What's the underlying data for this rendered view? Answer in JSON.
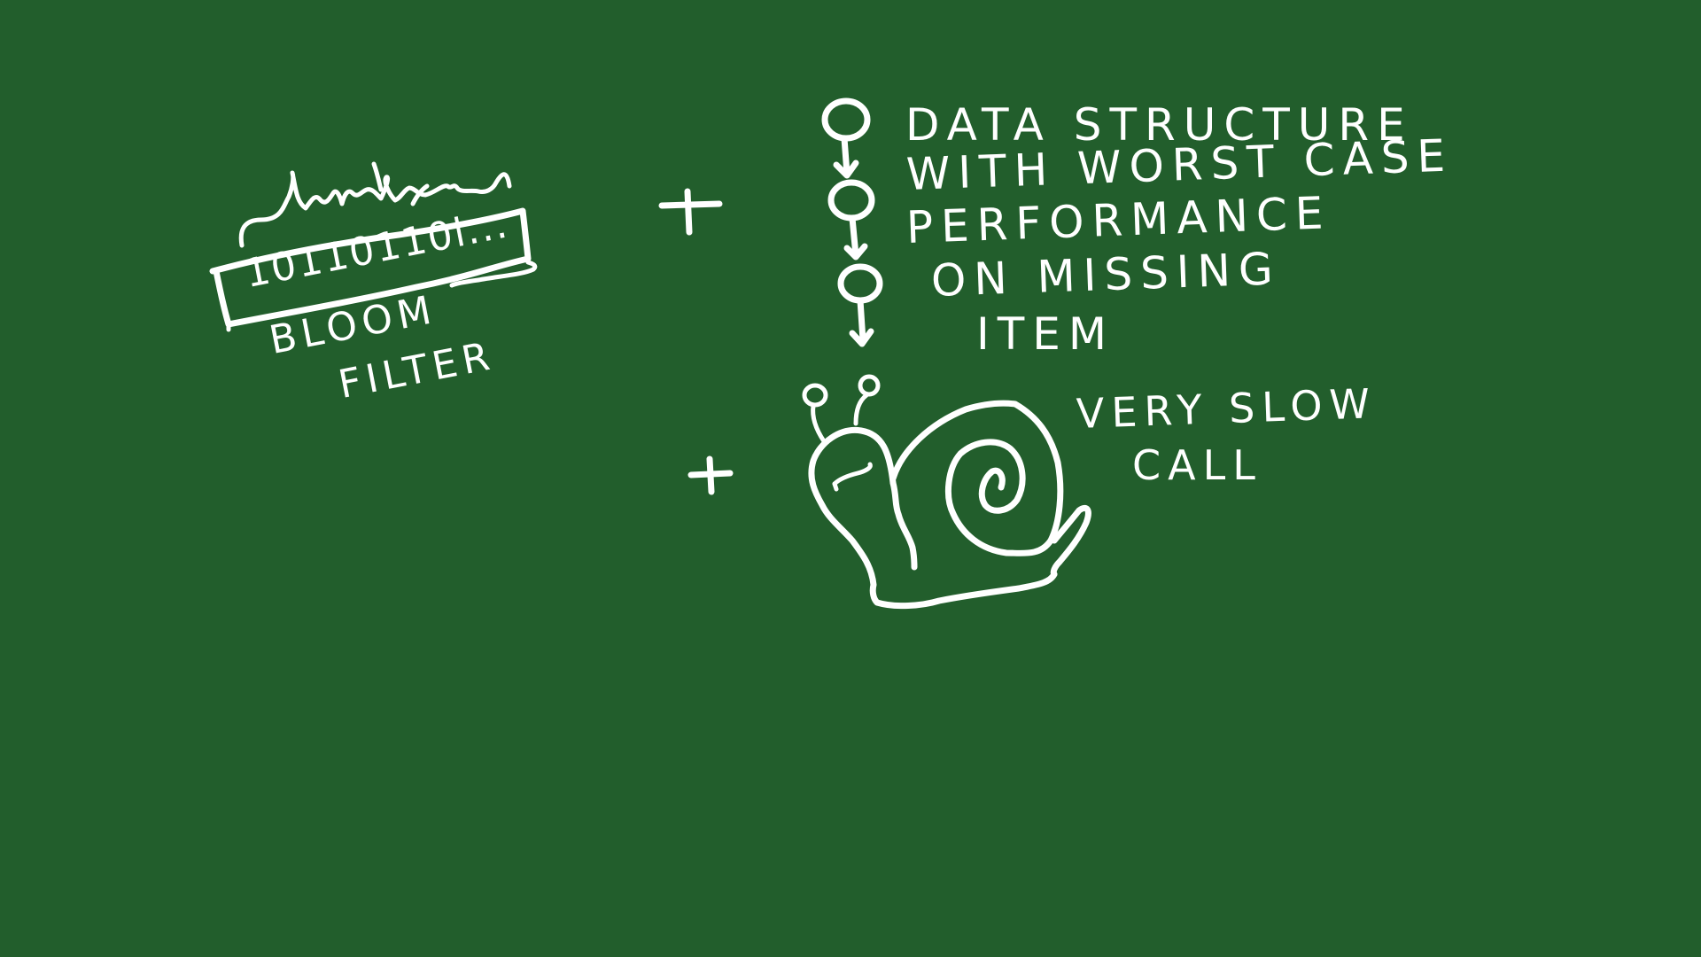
{
  "bloom_filter": {
    "bits": "10110110l...",
    "label_line1": "BLOOM",
    "label_line2": "FILTER"
  },
  "plus_sign": "+",
  "data_structure": {
    "line1": "DATA STRUCTURE",
    "line2": "WITH WORST CASE",
    "line3": "PERFORMANCE",
    "line4": "ON MISSING",
    "line5": "ITEM"
  },
  "slow_call": {
    "line1": "VERY SLOW",
    "line2": "CALL"
  },
  "colors": {
    "chalkboard": "#225e2c",
    "chalk": "#ffffff"
  },
  "icons": [
    "hash-squiggle-icon",
    "bit-array-icon",
    "linked-list-icon",
    "snail-icon"
  ]
}
